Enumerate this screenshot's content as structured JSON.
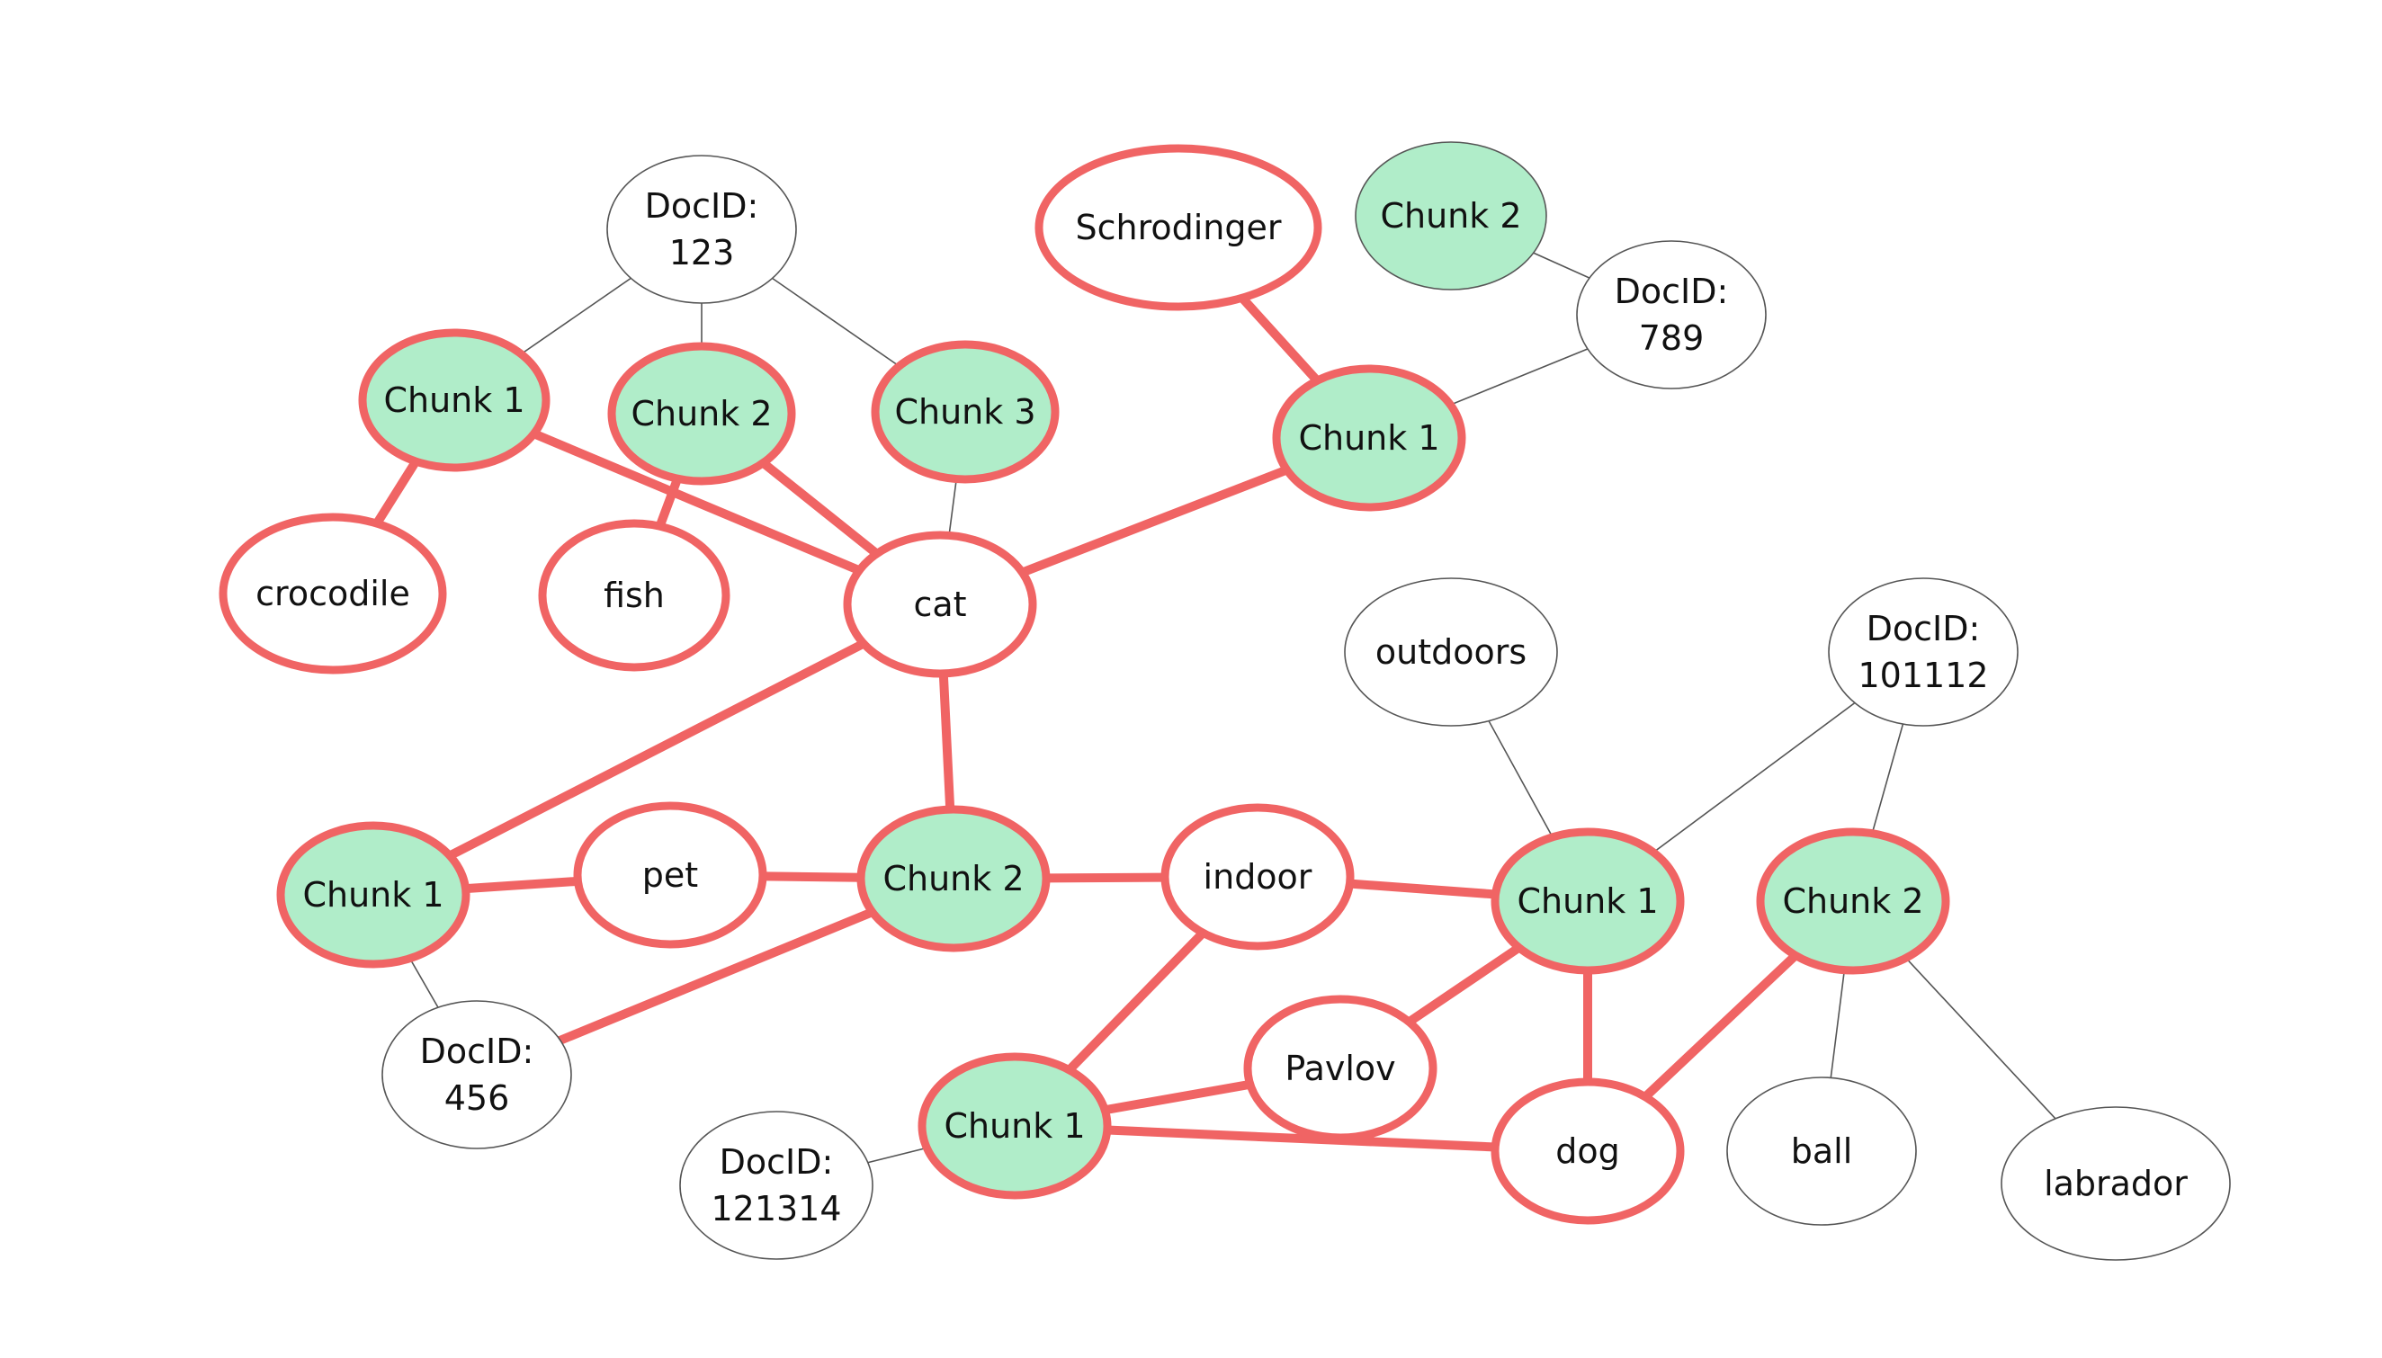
{
  "colors": {
    "background": "#ffffff",
    "highlight_stroke": "#f06464",
    "plain_stroke": "#555555",
    "chunk_fill": "#b0edc9",
    "node_fill": "#ffffff",
    "text": "#111111"
  },
  "nodes": [
    {
      "id": "doc123",
      "lines": [
        "DocID:",
        "123"
      ],
      "kind": "doc",
      "highlight": false
    },
    {
      "id": "c1_123",
      "lines": [
        "Chunk 1"
      ],
      "kind": "chunk",
      "highlight": true
    },
    {
      "id": "c2_123",
      "lines": [
        "Chunk 2"
      ],
      "kind": "chunk",
      "highlight": true
    },
    {
      "id": "c3_123",
      "lines": [
        "Chunk 3"
      ],
      "kind": "chunk",
      "highlight": true
    },
    {
      "id": "crocodile",
      "lines": [
        "crocodile"
      ],
      "kind": "entity",
      "highlight": true
    },
    {
      "id": "fish",
      "lines": [
        "fish"
      ],
      "kind": "entity",
      "highlight": true
    },
    {
      "id": "cat",
      "lines": [
        "cat"
      ],
      "kind": "entity",
      "highlight": true
    },
    {
      "id": "schrodinger",
      "lines": [
        "Schrodinger"
      ],
      "kind": "entity",
      "highlight": true
    },
    {
      "id": "c2_789",
      "lines": [
        "Chunk 2"
      ],
      "kind": "chunk",
      "highlight": false
    },
    {
      "id": "doc789",
      "lines": [
        "DocID:",
        "789"
      ],
      "kind": "doc",
      "highlight": false
    },
    {
      "id": "c1_789",
      "lines": [
        "Chunk 1"
      ],
      "kind": "chunk",
      "highlight": true
    },
    {
      "id": "c1_456",
      "lines": [
        "Chunk 1"
      ],
      "kind": "chunk",
      "highlight": true
    },
    {
      "id": "pet",
      "lines": [
        "pet"
      ],
      "kind": "entity",
      "highlight": true
    },
    {
      "id": "c2_456",
      "lines": [
        "Chunk 2"
      ],
      "kind": "chunk",
      "highlight": true
    },
    {
      "id": "doc456",
      "lines": [
        "DocID:",
        "456"
      ],
      "kind": "doc",
      "highlight": false
    },
    {
      "id": "indoor",
      "lines": [
        "indoor"
      ],
      "kind": "entity",
      "highlight": true
    },
    {
      "id": "outdoors",
      "lines": [
        "outdoors"
      ],
      "kind": "entity",
      "highlight": false
    },
    {
      "id": "doc101112",
      "lines": [
        "DocID:",
        "101112"
      ],
      "kind": "doc",
      "highlight": false
    },
    {
      "id": "c1_101112",
      "lines": [
        "Chunk 1"
      ],
      "kind": "chunk",
      "highlight": true
    },
    {
      "id": "c2_101112",
      "lines": [
        "Chunk 2"
      ],
      "kind": "chunk",
      "highlight": true
    },
    {
      "id": "pavlov",
      "lines": [
        "Pavlov"
      ],
      "kind": "entity",
      "highlight": true
    },
    {
      "id": "c1_121314",
      "lines": [
        "Chunk 1"
      ],
      "kind": "chunk",
      "highlight": true
    },
    {
      "id": "doc121314",
      "lines": [
        "DocID:",
        "121314"
      ],
      "kind": "doc",
      "highlight": false
    },
    {
      "id": "dog",
      "lines": [
        "dog"
      ],
      "kind": "entity",
      "highlight": true
    },
    {
      "id": "ball",
      "lines": [
        "ball"
      ],
      "kind": "entity",
      "highlight": false
    },
    {
      "id": "labrador",
      "lines": [
        "labrador"
      ],
      "kind": "entity",
      "highlight": false
    }
  ],
  "edges": [
    {
      "from": "doc123",
      "to": "c1_123",
      "highlight": false
    },
    {
      "from": "doc123",
      "to": "c2_123",
      "highlight": false
    },
    {
      "from": "doc123",
      "to": "c3_123",
      "highlight": false
    },
    {
      "from": "c1_123",
      "to": "crocodile",
      "highlight": true
    },
    {
      "from": "c1_123",
      "to": "cat",
      "highlight": true
    },
    {
      "from": "c2_123",
      "to": "fish",
      "highlight": true
    },
    {
      "from": "c2_123",
      "to": "cat",
      "highlight": true
    },
    {
      "from": "c3_123",
      "to": "cat",
      "highlight": false
    },
    {
      "from": "schrodinger",
      "to": "c1_789",
      "highlight": true
    },
    {
      "from": "cat",
      "to": "c1_789",
      "highlight": true
    },
    {
      "from": "c2_789",
      "to": "doc789",
      "highlight": false
    },
    {
      "from": "doc789",
      "to": "c1_789",
      "highlight": false
    },
    {
      "from": "cat",
      "to": "c1_456",
      "highlight": true
    },
    {
      "from": "cat",
      "to": "c2_456",
      "highlight": true
    },
    {
      "from": "c1_456",
      "to": "pet",
      "highlight": true
    },
    {
      "from": "pet",
      "to": "c2_456",
      "highlight": true
    },
    {
      "from": "c1_456",
      "to": "doc456",
      "highlight": false
    },
    {
      "from": "doc456",
      "to": "c2_456",
      "highlight": true
    },
    {
      "from": "c2_456",
      "to": "indoor",
      "highlight": true
    },
    {
      "from": "indoor",
      "to": "c1_101112",
      "highlight": true
    },
    {
      "from": "indoor",
      "to": "c1_121314",
      "highlight": true
    },
    {
      "from": "outdoors",
      "to": "c1_101112",
      "highlight": false
    },
    {
      "from": "doc101112",
      "to": "c1_101112",
      "highlight": false
    },
    {
      "from": "doc101112",
      "to": "c2_101112",
      "highlight": false
    },
    {
      "from": "c1_101112",
      "to": "pavlov",
      "highlight": true
    },
    {
      "from": "c1_101112",
      "to": "dog",
      "highlight": true
    },
    {
      "from": "c2_101112",
      "to": "dog",
      "highlight": true
    },
    {
      "from": "c2_101112",
      "to": "ball",
      "highlight": false
    },
    {
      "from": "c2_101112",
      "to": "labrador",
      "highlight": false
    },
    {
      "from": "c1_121314",
      "to": "pavlov",
      "highlight": true
    },
    {
      "from": "c1_121314",
      "to": "dog",
      "highlight": true
    },
    {
      "from": "doc121314",
      "to": "c1_121314",
      "highlight": false
    }
  ]
}
